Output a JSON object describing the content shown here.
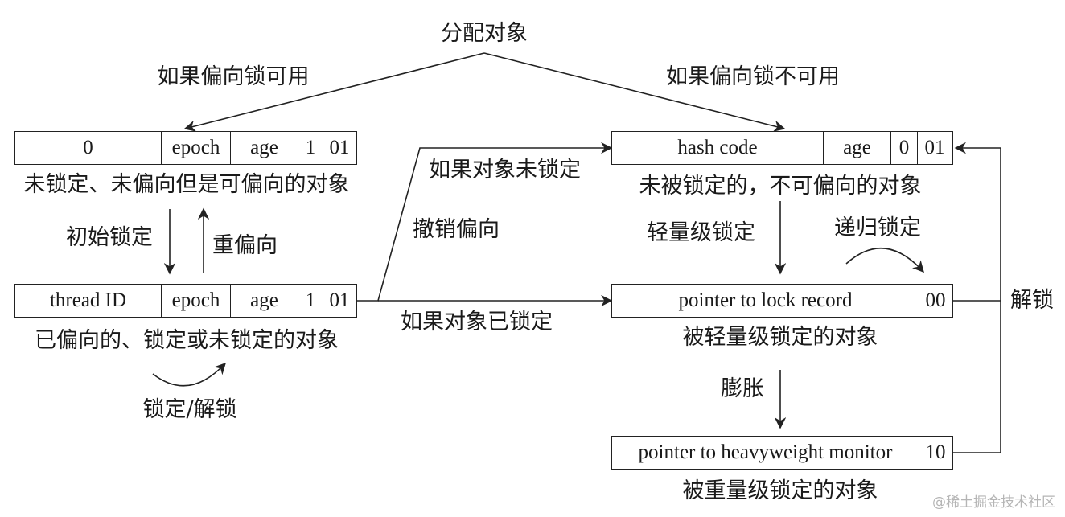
{
  "top_label": "分配对象",
  "branch_left": "如果偏向锁可用",
  "branch_right": "如果偏向锁不可用",
  "unbiased_box": {
    "fields": [
      "0",
      "epoch",
      "age",
      "1",
      "01"
    ],
    "caption": "未锁定、未偏向但是可偏向的对象"
  },
  "biased_box": {
    "fields": [
      "thread ID",
      "epoch",
      "age",
      "1",
      "01"
    ],
    "caption": "已偏向的、锁定或未锁定的对象"
  },
  "unlocked_box": {
    "fields": [
      "hash code",
      "age",
      "0",
      "01"
    ],
    "caption": "未被锁定的，不可偏向的对象"
  },
  "light_box": {
    "fields": [
      "pointer to lock record",
      "00"
    ],
    "caption": "被轻量级锁定的对象"
  },
  "heavy_box": {
    "fields": [
      "pointer to heavyweight monitor",
      "10"
    ],
    "caption": "被重量级锁定的对象"
  },
  "edges": {
    "initial_lock": "初始锁定",
    "rebias": "重偏向",
    "if_unlocked": "如果对象未锁定",
    "revoke_bias": "撤销偏向",
    "if_locked": "如果对象已锁定",
    "lightweight_lock": "轻量级锁定",
    "recursive_lock": "递归锁定",
    "inflate": "膨胀",
    "unlock": "解锁",
    "lock_unlock": "锁定/解锁"
  },
  "watermark": "@稀土掘金技术社区"
}
